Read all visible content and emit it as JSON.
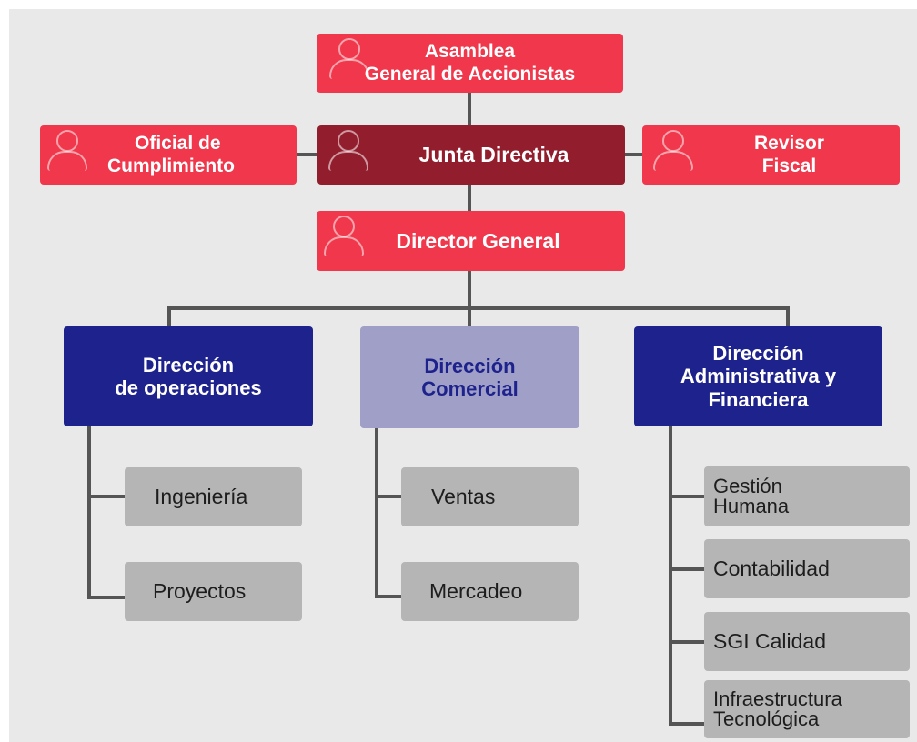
{
  "colors": {
    "background": "#e9e9e9",
    "board_red": "#f0374b",
    "board_dark": "#921d2d",
    "direction_navy": "#1e228c",
    "direction_lavender": "#9f9fc8",
    "unit_grey": "#b5b5b5",
    "connector": "#555555"
  },
  "nodes": {
    "asamblea": {
      "line1": "Asamblea",
      "line2": "General de Accionistas",
      "icon": "person-icon"
    },
    "junta": {
      "label": "Junta Directiva",
      "icon": "person-icon"
    },
    "oficial": {
      "line1": "Oficial de",
      "line2": "Cumplimiento",
      "icon": "person-icon"
    },
    "revisor": {
      "line1": "Revisor",
      "line2": "Fiscal",
      "icon": "person-icon"
    },
    "director": {
      "label": "Director General",
      "icon": "person-icon"
    }
  },
  "directions": {
    "operaciones": {
      "line1": "Dirección",
      "line2": "de operaciones"
    },
    "comercial": {
      "line1": "Dirección",
      "line2": "Comercial"
    },
    "administrativa": {
      "line1": "Dirección",
      "line2": "Administrativa y",
      "line3": "Financiera"
    }
  },
  "units": {
    "operaciones": [
      "Ingeniería",
      "Proyectos"
    ],
    "comercial": [
      "Ventas",
      "Mercadeo"
    ],
    "administrativa": [
      {
        "line1": "Gestión",
        "line2": "Humana"
      },
      {
        "line1": "Contabilidad",
        "line2": ""
      },
      {
        "line1": "SGI Calidad",
        "line2": ""
      },
      {
        "line1": "Infraestructura",
        "line2": "Tecnológica"
      }
    ]
  }
}
